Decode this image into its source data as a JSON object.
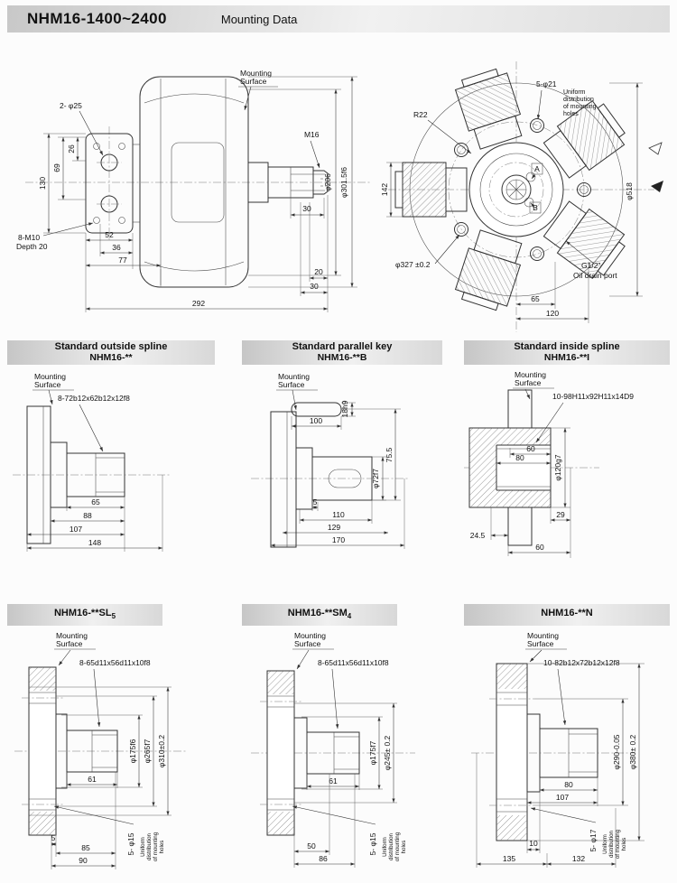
{
  "header": {
    "title": "NHM16-1400~2400",
    "subtitle": "Mounting Data"
  },
  "common": {
    "mounting_surface_1": "Mounting",
    "mounting_surface_2": "Surface",
    "uniform_1": "Uniform",
    "uniform_2": "distribution",
    "uniform_3": "of mounting",
    "uniform_4": "holes"
  },
  "side_view": {
    "hole_label": "2- φ25",
    "dim_26": "26",
    "dim_69": "69",
    "dim_130": "130",
    "thread_label": "8-M10",
    "thread_depth": "Depth 20",
    "dim_52": "52",
    "dim_36": "36",
    "dim_77": "77",
    "dim_292": "292",
    "dim_20": "20",
    "dim_30_lower": "30",
    "shaft_thread": "M16",
    "dim_30_shaft": "30",
    "dia_206": "φ206",
    "dia_301": "φ301.5f6"
  },
  "front_view": {
    "holes_label": "5-φ21",
    "r22": "R22",
    "dim_142": "142",
    "dia_518": "φ518",
    "dia_327": "φ327 ±0.2",
    "port_a": "A",
    "port_b": "B",
    "drain_thread": "G1/2\"",
    "drain_label": "Oil drain port",
    "dim_65": "65",
    "dim_120": "120"
  },
  "outside_spline": {
    "header_1": "Standard outside spline",
    "header_2": "NHM16-**",
    "spline_label": "8-72b12x62b12x12f8",
    "dim_65": "65",
    "dim_88": "88",
    "dim_107": "107",
    "dim_148": "148"
  },
  "parallel_key": {
    "header_1": "Standard parallel key",
    "header_2": "NHM16-**B",
    "key_height": "18h9",
    "dim_100": "100",
    "dia_72": "φ72f7",
    "dim_75_5": "75.5",
    "dim_5": "5",
    "dim_110": "110",
    "dim_129": "129",
    "dim_170": "170"
  },
  "inside_spline": {
    "header_1": "Standard inside spline",
    "header_2": "NHM16-**I",
    "spline_label": "10-98H11x92H11x14D9",
    "dim_60_depth": "60",
    "dim_80": "80",
    "dia_120": "φ120g7",
    "dim_29": "29",
    "dim_24_5": "24.5",
    "dim_60_bottom": "60"
  },
  "sl5": {
    "header": "NHM16-**SL",
    "header_sub": "5",
    "spline_label": "8-65d11x56d11x10f8",
    "dim_61": "61",
    "dia_175": "φ175f6",
    "dia_265": "φ265f7",
    "dia_310": "φ310±0.2",
    "dim_5": "5",
    "dim_85": "85",
    "dim_90": "90",
    "holes_label": "5- φ15"
  },
  "sm4": {
    "header": "NHM16-**SM",
    "header_sub": "4",
    "spline_label": "8-65d11x56d11x10f8",
    "dim_61": "61",
    "dia_175": "φ175f7",
    "dia_245": "φ245± 0.2",
    "dim_50": "50",
    "dim_86": "86",
    "holes_label": "5- φ15"
  },
  "n": {
    "header": "NHM16-**N",
    "header_sub": "",
    "spline_label": "10-82b12x72b12x12f8",
    "dim_80": "80",
    "dim_107": "107",
    "dia_290": "φ290-0.05",
    "dia_380": "φ380± 0.2",
    "dim_10": "10",
    "dim_135": "135",
    "dim_132": "132",
    "holes_label": "5- φ17"
  }
}
